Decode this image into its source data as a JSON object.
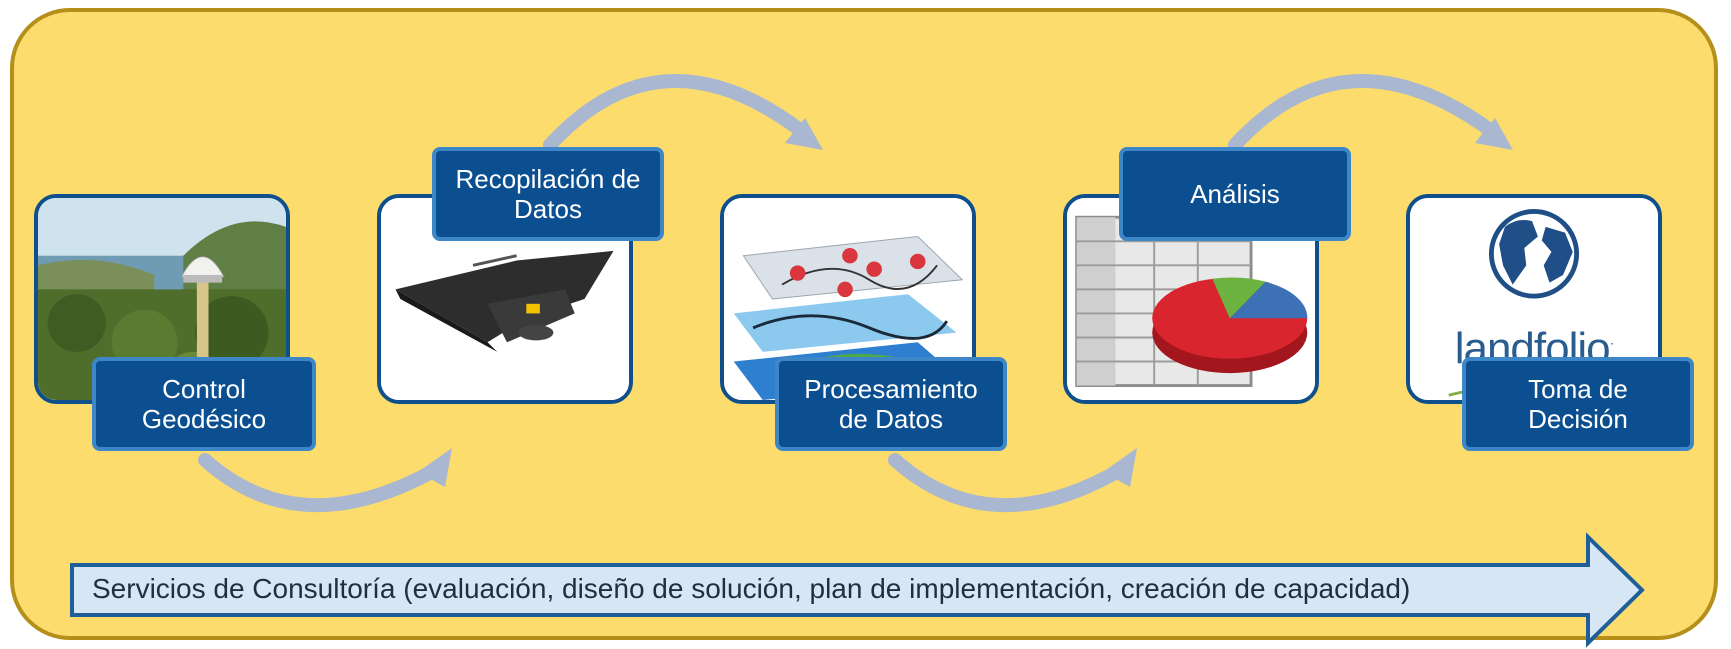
{
  "steps": [
    {
      "id": "control",
      "line1": "Control",
      "line2": "Geodésico"
    },
    {
      "id": "recopilacion",
      "line1": "Recopilación de",
      "line2": "Datos"
    },
    {
      "id": "procesamiento",
      "line1": "Procesamiento",
      "line2": "de Datos"
    },
    {
      "id": "analisis",
      "line1": "Análisis"
    },
    {
      "id": "decision",
      "line1": "Toma de",
      "line2": "Decisión"
    }
  ],
  "logo": {
    "word": "landfolio",
    "mark": "·"
  },
  "banner": {
    "text": "Servicios de Consultoría (evaluación, diseño de solución, plan de implementación, creación de capacidad)"
  },
  "colors": {
    "panel_background": "#fbdc6c",
    "panel_border": "#b58f1a",
    "card_border": "#0f4f8c",
    "label_background": "#0b4f91",
    "label_border": "#3d86c8",
    "arrow": "#a9b7d0",
    "banner_arrow": "#d6e6f4",
    "banner_border": "#1f5f99"
  },
  "icons": [
    "geodetic-photo",
    "drone-icon",
    "map-layers-icon",
    "spreadsheet-pie-icon",
    "globe-icon"
  ]
}
